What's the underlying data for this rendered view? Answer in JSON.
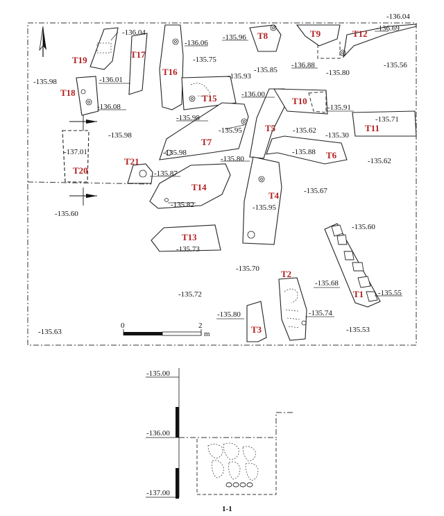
{
  "plan": {
    "tombs": [
      {
        "id": "t1",
        "label": "T1"
      },
      {
        "id": "t2",
        "label": "T2"
      },
      {
        "id": "t3",
        "label": "T3"
      },
      {
        "id": "t4",
        "label": "T4"
      },
      {
        "id": "t5",
        "label": "T5"
      },
      {
        "id": "t6",
        "label": "T6"
      },
      {
        "id": "t7",
        "label": "T7"
      },
      {
        "id": "t8",
        "label": "T8"
      },
      {
        "id": "t9",
        "label": "T9"
      },
      {
        "id": "t10",
        "label": "T10"
      },
      {
        "id": "t11",
        "label": "T11"
      },
      {
        "id": "t12",
        "label": "T12"
      },
      {
        "id": "t13",
        "label": "T13"
      },
      {
        "id": "t14",
        "label": "T14"
      },
      {
        "id": "t15",
        "label": "T15"
      },
      {
        "id": "t16",
        "label": "T16"
      },
      {
        "id": "t17",
        "label": "T17"
      },
      {
        "id": "t18",
        "label": "T18"
      },
      {
        "id": "t19",
        "label": "T19"
      },
      {
        "id": "t20",
        "label": "T20"
      },
      {
        "id": "t21",
        "label": "T21"
      }
    ],
    "elevations": [
      "-136.04",
      "-136.04",
      "-136.06",
      "-135.96",
      "-136.69",
      "-135.75",
      "-135.85",
      "-136.88",
      "-135.80",
      "-135.56",
      "-135.98",
      "-136.01",
      "-135.93",
      "-136.08",
      "-136.00",
      "-135.91",
      "-135.98",
      "-135.95",
      "-135.62",
      "-135.30",
      "-135.71",
      "-135.98",
      "-137.01",
      "-135.98",
      "-135.88",
      "-135.62",
      "-135.80",
      "-135.87",
      "-135.67",
      "-135.82",
      "-135.95",
      "-135.60",
      "-135.60",
      "-135.73",
      "-135.70",
      "-135.68",
      "-135.55",
      "-135.72",
      "-135.80",
      "-135.74",
      "-135.63",
      "-135.53"
    ],
    "section_marker": "1",
    "scale": {
      "start": "0",
      "end": "2",
      "unit": "m"
    }
  },
  "section": {
    "title": "1-1",
    "levels": [
      "-135.00",
      "-136.00",
      "-137.00"
    ]
  }
}
